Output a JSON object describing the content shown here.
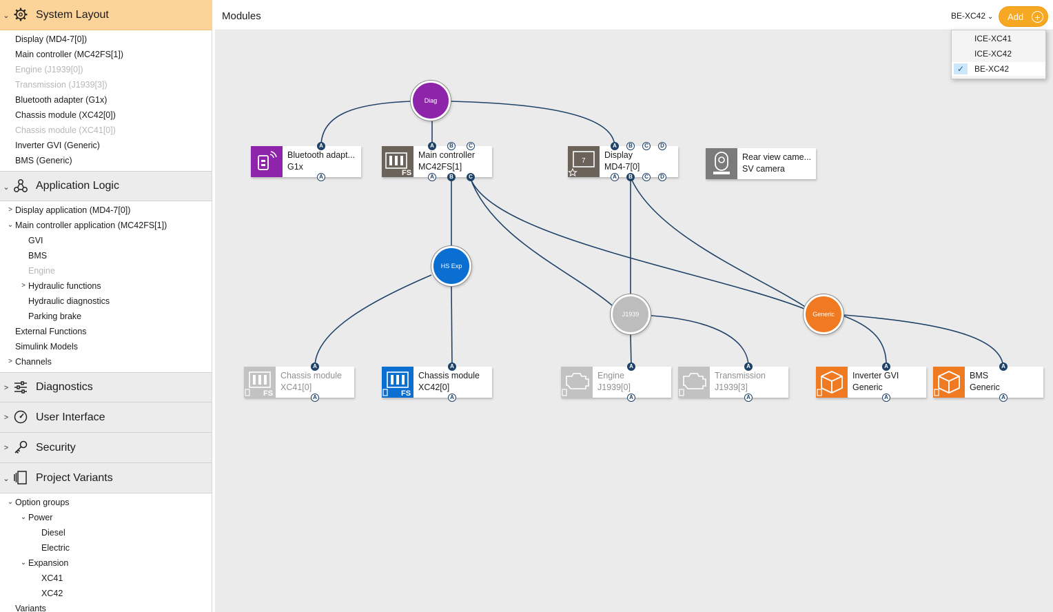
{
  "sidebar": {
    "system_layout": {
      "title": "System Layout",
      "items": [
        "Display (MD4-7[0])",
        "Main controller (MC42FS[1])",
        "Engine (J1939[0])",
        "Transmission (J1939[3])",
        "Bluetooth adapter (G1x)",
        "Chassis module (XC42[0])",
        "Chassis module (XC41[0])",
        "Inverter GVI (Generic)",
        "BMS (Generic)"
      ]
    },
    "application_logic": {
      "title": "Application Logic",
      "items": [
        "Display application (MD4-7[0])",
        "Main controller application (MC42FS[1])",
        "GVI",
        "BMS",
        "Engine",
        "Hydraulic functions",
        "Hydraulic diagnostics",
        "Parking brake",
        "External Functions",
        "Simulink Models",
        "Channels"
      ]
    },
    "diagnostics": {
      "title": "Diagnostics"
    },
    "user_interface": {
      "title": "User Interface"
    },
    "security": {
      "title": "Security"
    },
    "project_variants": {
      "title": "Project Variants",
      "items": [
        "Option groups",
        "Power",
        "Diesel",
        "Electric",
        "Expansion",
        "XC41",
        "XC42",
        "Variants"
      ]
    }
  },
  "header": {
    "breadcrumb": "Modules",
    "variant_selected": "BE-XC42",
    "add_label": "Add"
  },
  "variant_menu": [
    "ICE-XC41",
    "ICE-XC42",
    "BE-XC42"
  ],
  "canvas": {
    "hubs": {
      "diag": "Diag",
      "hsexp": "HS Exp",
      "j1939": "J1939",
      "generic": "Generic"
    },
    "nodes": {
      "bluetooth": {
        "name": "Bluetooth adapt...",
        "type": "G1x"
      },
      "main_controller": {
        "name": "Main controller",
        "type": "MC42FS[1]"
      },
      "display": {
        "name": "Display",
        "type": "MD4-7[0]",
        "badge": "7"
      },
      "camera": {
        "name": "Rear view came...",
        "type": "SV camera"
      },
      "chassis41": {
        "name": "Chassis module",
        "type": "XC41[0]"
      },
      "chassis42": {
        "name": "Chassis module",
        "type": "XC42[0]"
      },
      "engine": {
        "name": "Engine",
        "type": "J1939[0]"
      },
      "transmission": {
        "name": "Transmission",
        "type": "J1939[3]"
      },
      "inverter": {
        "name": "Inverter GVI",
        "type": "Generic"
      },
      "bms": {
        "name": "BMS",
        "type": "Generic"
      }
    },
    "port_letters": {
      "a": "A",
      "b": "B",
      "c": "C",
      "d": "D"
    },
    "fs_label": "FS"
  },
  "colors": {
    "active_section": "#fcd49a",
    "add_button": "#f7a823",
    "diag_hub": "#8e24aa",
    "hsexp_hub": "#0a6fd1",
    "j1939_hub": "#bdbdbd",
    "generic_hub": "#f07a22",
    "wire": "#1f4268",
    "bluetooth_icon": "#8e24aa",
    "controller_icon": "#6b625a",
    "chassis42_icon": "#0a6fd1",
    "generic_icon": "#f07a22",
    "faded_icon": "#c2c2c2"
  },
  "icons": {
    "system_layout": "gear-icon",
    "application_logic": "molecule-icon",
    "diagnostics": "sliders-icon",
    "user_interface": "gauge-icon",
    "security": "key-icon",
    "project_variants": "layers-icon",
    "bluetooth": "bluetooth-adapter-icon",
    "controller": "controller-icon",
    "display": "display-icon",
    "camera": "camera-icon",
    "engine": "engine-icon",
    "generic": "cube-icon"
  }
}
